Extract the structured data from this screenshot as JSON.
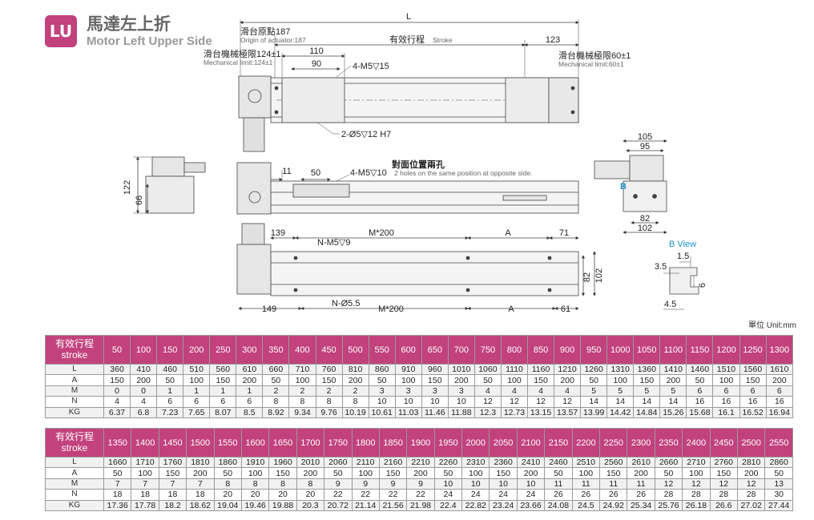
{
  "header": {
    "badge": "LU",
    "title_cn": "馬達左上折",
    "title_en": "Motor Left Upper Side"
  },
  "drawing": {
    "L_label": "L",
    "origin_cn": "滑台原點187",
    "origin_en": "Origin of actuator:187",
    "stroke_cn": "有效行程",
    "stroke_en": "Stroke",
    "dim_123": "123",
    "mech_left_cn": "滑台機械極限124±1",
    "mech_left_en": "Mechanical limit:124±1",
    "mech_right_cn": "滑台機械極限60±1",
    "mech_right_en": "Mechanical limit:60±1",
    "dim_110": "110",
    "dim_90": "90",
    "m5_15": "4-M5▽15",
    "phi5": "2-Ø5▽12 H7",
    "opp_cn": "對面位置兩孔",
    "opp_en": "2 holes on the same position at opposite side.",
    "m5_10": "4-M5▽10",
    "dim_11": "11",
    "dim_50": "50",
    "dim_122": "122",
    "dim_66": "66",
    "dim_105": "105",
    "dim_95": "95",
    "dim_82a": "82",
    "dim_102a": "102",
    "b_mark": "B",
    "dim_139": "139",
    "m200_top": "M*200",
    "A_top": "A",
    "dim_71": "71",
    "nm5": "N-M5▽9",
    "dim_82b": "82",
    "dim_102b": "102",
    "dim_149": "149",
    "n55": "N-Ø5.5",
    "m200_bot": "M*200",
    "A_bot": "A",
    "dim_61": "61",
    "b_view": "B View",
    "dim_15": "1.5",
    "dim_35": "3.5",
    "dim_6": "6",
    "dim_45": "4.5"
  },
  "unit_label": "單位 Unit:mm",
  "table": {
    "header_cn": "有效行程",
    "header_en": "stroke",
    "row_labels": [
      "L",
      "A",
      "M",
      "N",
      "KG"
    ],
    "part1": {
      "strokes": [
        "50",
        "100",
        "150",
        "200",
        "250",
        "300",
        "350",
        "400",
        "450",
        "500",
        "550",
        "600",
        "650",
        "700",
        "750",
        "800",
        "850",
        "900",
        "950",
        "1000",
        "1050",
        "1100",
        "1150",
        "1200",
        "1250",
        "1300"
      ],
      "L": [
        "360",
        "410",
        "460",
        "510",
        "560",
        "610",
        "660",
        "710",
        "760",
        "810",
        "860",
        "910",
        "960",
        "1010",
        "1060",
        "1110",
        "1160",
        "1210",
        "1260",
        "1310",
        "1360",
        "1410",
        "1460",
        "1510",
        "1560",
        "1610"
      ],
      "A": [
        "150",
        "200",
        "50",
        "100",
        "150",
        "200",
        "50",
        "100",
        "150",
        "200",
        "50",
        "100",
        "150",
        "200",
        "50",
        "100",
        "150",
        "200",
        "50",
        "100",
        "150",
        "200",
        "50",
        "100",
        "150",
        "200"
      ],
      "M": [
        "0",
        "0",
        "1",
        "1",
        "1",
        "1",
        "2",
        "2",
        "2",
        "2",
        "3",
        "3",
        "3",
        "3",
        "4",
        "4",
        "4",
        "4",
        "5",
        "5",
        "5",
        "5",
        "6",
        "6",
        "6",
        "6"
      ],
      "N": [
        "4",
        "4",
        "6",
        "6",
        "6",
        "6",
        "8",
        "8",
        "8",
        "8",
        "10",
        "10",
        "10",
        "10",
        "12",
        "12",
        "12",
        "12",
        "14",
        "14",
        "14",
        "14",
        "16",
        "16",
        "16",
        "16"
      ],
      "KG": [
        "6.37",
        "6.8",
        "7.23",
        "7.65",
        "8.07",
        "8.5",
        "8.92",
        "9.34",
        "9.76",
        "10.19",
        "10.61",
        "11.03",
        "11.46",
        "11.88",
        "12.3",
        "12.73",
        "13.15",
        "13.57",
        "13.99",
        "14.42",
        "14.84",
        "15.26",
        "15.68",
        "16.1",
        "16.52",
        "16.94"
      ]
    },
    "part2": {
      "strokes": [
        "1350",
        "1400",
        "1450",
        "1500",
        "1550",
        "1600",
        "1650",
        "1700",
        "1750",
        "1800",
        "1850",
        "1900",
        "1950",
        "2000",
        "2050",
        "2100",
        "2150",
        "2200",
        "2250",
        "2300",
        "2350",
        "2400",
        "2450",
        "2500",
        "2550"
      ],
      "L": [
        "1660",
        "1710",
        "1760",
        "1810",
        "1860",
        "1910",
        "1960",
        "2010",
        "2060",
        "2110",
        "2160",
        "2210",
        "2260",
        "2310",
        "2360",
        "2410",
        "2460",
        "2510",
        "2560",
        "2610",
        "2660",
        "2710",
        "2760",
        "2810",
        "2860"
      ],
      "A": [
        "50",
        "100",
        "150",
        "200",
        "50",
        "100",
        "150",
        "200",
        "50",
        "100",
        "150",
        "200",
        "50",
        "100",
        "150",
        "200",
        "50",
        "100",
        "150",
        "200",
        "50",
        "100",
        "150",
        "200",
        "50"
      ],
      "M": [
        "7",
        "7",
        "7",
        "7",
        "8",
        "8",
        "8",
        "8",
        "9",
        "9",
        "9",
        "9",
        "10",
        "10",
        "10",
        "10",
        "11",
        "11",
        "11",
        "11",
        "12",
        "12",
        "12",
        "12",
        "13"
      ],
      "N": [
        "18",
        "18",
        "18",
        "18",
        "20",
        "20",
        "20",
        "20",
        "22",
        "22",
        "22",
        "22",
        "24",
        "24",
        "24",
        "24",
        "26",
        "26",
        "26",
        "26",
        "28",
        "28",
        "28",
        "28",
        "30"
      ],
      "KG": [
        "17.36",
        "17.78",
        "18.2",
        "18.62",
        "19.04",
        "19.46",
        "19.88",
        "20.3",
        "20.72",
        "21.14",
        "21.56",
        "21.98",
        "22.4",
        "22.82",
        "23.24",
        "23.66",
        "24.08",
        "24.5",
        "24.92",
        "25.34",
        "25.76",
        "26.18",
        "26.6",
        "27.02",
        "27.44"
      ]
    }
  }
}
